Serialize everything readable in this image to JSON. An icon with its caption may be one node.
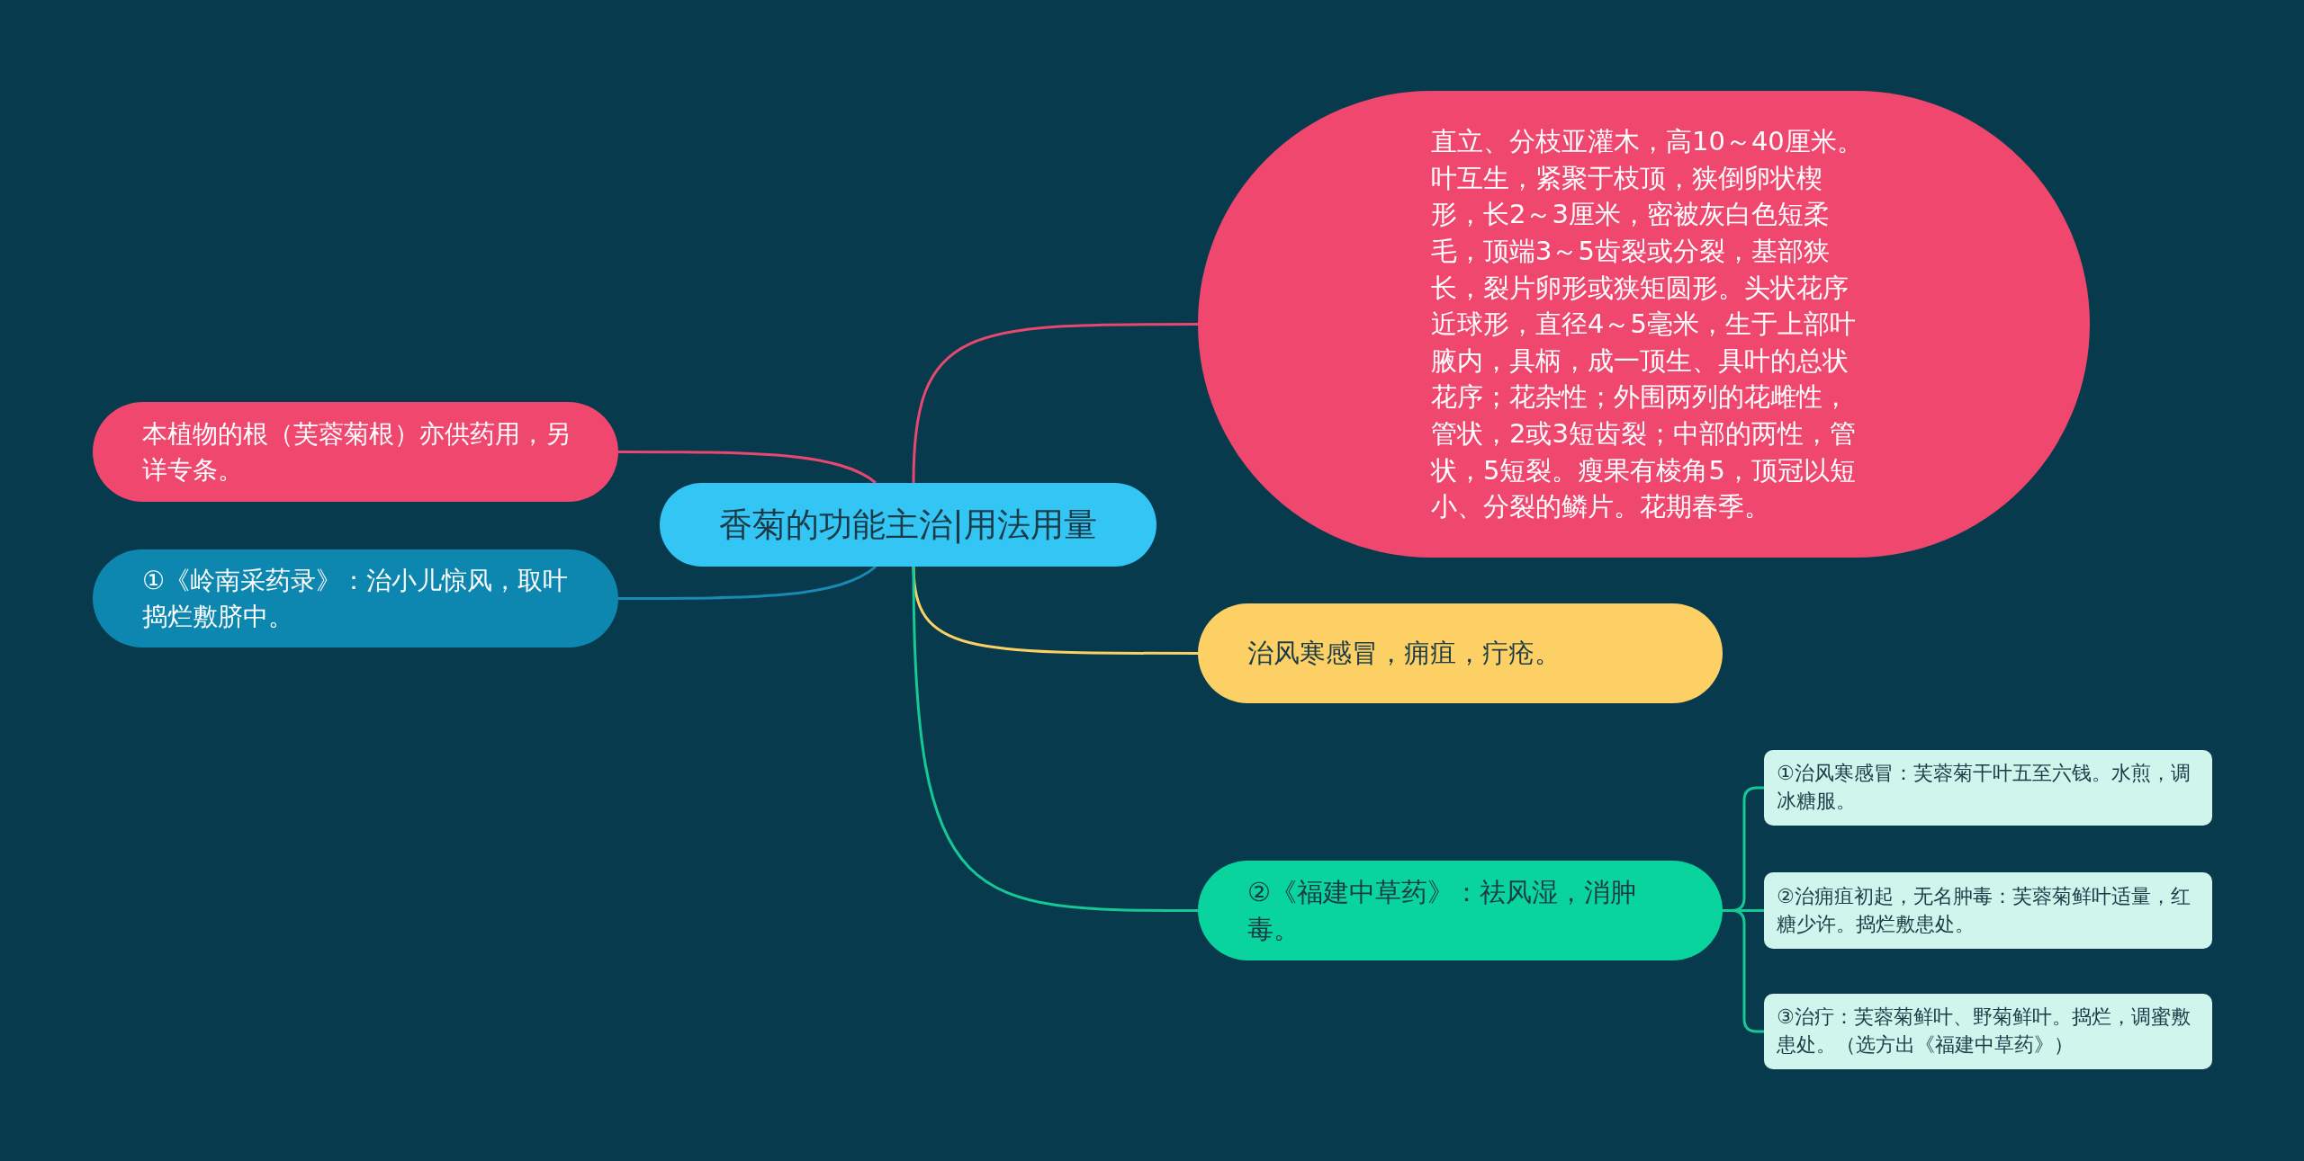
{
  "diagram": {
    "nodes": [
      {
        "text": [
          "香菊的功能主治|用法用量"
        ]
      },
      {
        "text": [
          "直立、分枝亚灌木，高10～40厘米。叶互生，紧聚于枝顶，狭倒卵状楔形，长2～3厘米，密被灰白色短柔毛，顶端3～5齿裂或分裂，基部狭长，裂片卵形或狭矩圆形。头状花序近球形，直径4～5毫米，生于上部叶腋内，具柄，成一顶生、具叶的总状花序；花杂性；外围两列的花雌性，管状，2或3短齿裂；中部的两性，管状，5短裂。瘦果有棱角5，顶冠以短小、分裂的鳞片。花期春季。"
        ]
      },
      {
        "text": [
          "治风寒感冒，痈疽，疔疮。"
        ]
      },
      {
        "text": [
          "②《福建中草药》：祛风湿，消肿毒。"
        ]
      },
      {
        "text": [
          "①治风寒感冒：芙蓉菊干叶五至六钱。水煎，调冰糖服。"
        ]
      },
      {
        "text": [
          "②治痈疽初起，无名肿毒：芙蓉菊鲜叶适量，红糖少许。捣烂敷患处。"
        ]
      },
      {
        "text": [
          "③治疔：芙蓉菊鲜叶、野菊鲜叶。捣烂，调蜜敷患处。（选方出《福建中草药》）"
        ]
      },
      {
        "text": [
          "本植物的根（芙蓉菊根）亦供药用，另详专条。"
        ]
      },
      {
        "text": [
          "①《岭南采药录》：治小儿惊风，取叶捣烂敷脐中。"
        ]
      }
    ],
    "edges": [
      {
        "from": 0,
        "to": 1,
        "arrow": "none",
        "color": "#e8486f"
      },
      {
        "from": 0,
        "to": 2,
        "arrow": "none",
        "color": "#fdd065"
      },
      {
        "from": 0,
        "to": 3,
        "arrow": "none"
      },
      {
        "from": 3,
        "to": 4,
        "arrow": "none"
      },
      {
        "from": 3,
        "to": 5,
        "arrow": "none"
      },
      {
        "from": 3,
        "to": 6,
        "arrow": "none"
      },
      {
        "from": 0,
        "to": 7,
        "arrow": "none",
        "color": "#e8486f"
      },
      {
        "from": 0,
        "to": 8,
        "arrow": "none",
        "color": "#1a8ab3"
      }
    ]
  }
}
